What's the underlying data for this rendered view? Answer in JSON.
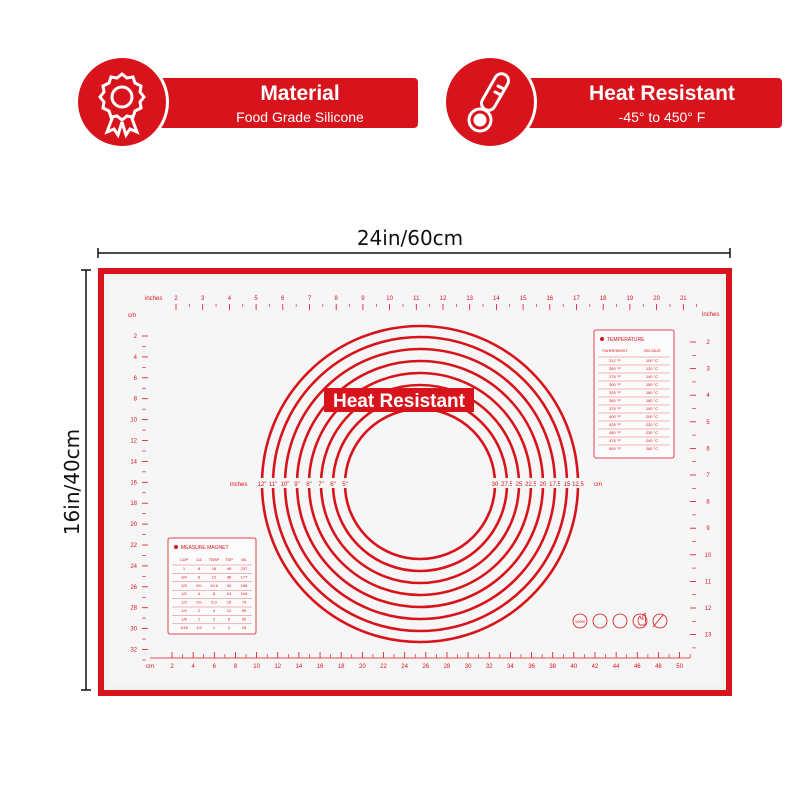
{
  "badges": [
    {
      "title": "Material",
      "subtitle": "Food Grade Silicone",
      "icon": "rosette-ribbon-icon"
    },
    {
      "title": "Heat Resistant",
      "subtitle": "-45° to 450° F",
      "icon": "thermometer-icon"
    }
  ],
  "dimensions": {
    "width_label": "24in/60cm",
    "height_label": "16in/40cm"
  },
  "mat": {
    "center_label": "Heat Resistant",
    "top_ruler_unit": "inches",
    "top_ruler_ticks": [
      "2",
      "3",
      "4",
      "5",
      "6",
      "7",
      "8",
      "9",
      "10",
      "11",
      "12",
      "13",
      "14",
      "15",
      "16",
      "17",
      "18",
      "19",
      "20",
      "21"
    ],
    "left_ruler_unit": "cm",
    "left_ruler_ticks": [
      "2",
      "4",
      "6",
      "8",
      "10",
      "12",
      "14",
      "16",
      "18",
      "20",
      "22",
      "24",
      "26",
      "28",
      "30",
      "32"
    ],
    "bottom_ruler_unit": "cm",
    "bottom_ruler_ticks": [
      "2",
      "4",
      "6",
      "8",
      "10",
      "12",
      "14",
      "16",
      "18",
      "20",
      "22",
      "24",
      "26",
      "28",
      "30",
      "32",
      "34",
      "36",
      "38",
      "40",
      "42",
      "44",
      "46",
      "48",
      "50"
    ],
    "right_ruler_unit": "inches",
    "right_ruler_ticks": [
      "2",
      "3",
      "4",
      "5",
      "6",
      "7",
      "8",
      "9",
      "10",
      "11",
      "12",
      "13"
    ],
    "circle_inch_unit": "inches",
    "circle_inch_labels": [
      "12\"",
      "11\"",
      "10\"",
      "9\"",
      "8\"",
      "7\"",
      "6\"",
      "5\""
    ],
    "circle_cm_labels": [
      "12.5",
      "15",
      "17.5",
      "20",
      "22.5",
      "25",
      "27.5",
      "30"
    ],
    "circle_cm_unit": "cm",
    "temperature_table": {
      "title": "TEMPERATURE",
      "headers": [
        "FAHRENHEIT",
        "CELSIUS"
      ],
      "rows": [
        [
          "212 °F",
          "100 °C"
        ],
        [
          "250 °F",
          "120 °C"
        ],
        [
          "275 °F",
          "140 °C"
        ],
        [
          "300 °F",
          "150 °C"
        ],
        [
          "325 °F",
          "160 °C"
        ],
        [
          "350 °F",
          "180 °C"
        ],
        [
          "375 °F",
          "190 °C"
        ],
        [
          "400 °F",
          "200 °C"
        ],
        [
          "425 °F",
          "220 °C"
        ],
        [
          "450 °F",
          "230 °C"
        ],
        [
          "475 °F",
          "240 °C"
        ],
        [
          "500 °F",
          "260 °C"
        ]
      ]
    },
    "measure_table": {
      "title": "MEASURE MAGNET",
      "headers": [
        "CUP",
        "OZ",
        "TBSP",
        "TSP",
        "ML"
      ],
      "rows": [
        [
          "1",
          "8",
          "16",
          "48",
          "237"
        ],
        [
          "3/4",
          "6",
          "12",
          "36",
          "177"
        ],
        [
          "2/3",
          "5⅓",
          "10.6",
          "32",
          "158"
        ],
        [
          "1/2",
          "4",
          "8",
          "24",
          "118"
        ],
        [
          "1/3",
          "2⅔",
          "5.3",
          "16",
          "79"
        ],
        [
          "1/4",
          "2",
          "4",
          "12",
          "59"
        ],
        [
          "1/8",
          "1",
          "2",
          "6",
          "30"
        ],
        [
          "1/16",
          "1/2",
          "1",
          "3",
          "15"
        ]
      ]
    },
    "cert_icons": [
      {
        "label": "100%",
        "icon": "badge-100-icon"
      },
      {
        "label": "",
        "icon": "safe-icon"
      },
      {
        "label": "",
        "icon": "oven-icon"
      },
      {
        "label": "",
        "icon": "flame-icon"
      },
      {
        "label": "",
        "icon": "no-knife-icon"
      }
    ],
    "colors": {
      "accent": "#d7141c",
      "mat_surface": "#f2f2f2",
      "border": "#d7141c"
    }
  }
}
